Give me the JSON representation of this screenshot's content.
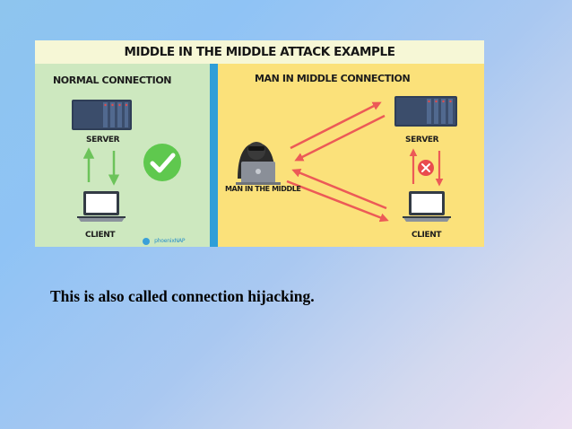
{
  "figure": {
    "title": "MIDDLE IN THE MIDDLE ATTACK EXAMPLE",
    "normal": {
      "heading": "NORMAL CONNECTION",
      "server_label": "SERVER",
      "client_label": "CLIENT",
      "brand": "phoenixNAP"
    },
    "mitm": {
      "heading": "MAN IN MIDDLE CONNECTION",
      "attacker_label": "MAN IN THE MIDDLE",
      "server_label": "SERVER",
      "client_label": "CLIENT"
    },
    "colors": {
      "left_panel": "#cde8bf",
      "right_panel": "#fbe17a",
      "divider": "#2f9ed8",
      "secure_arrow": "#6cc35a",
      "attack_arrow": "#ec5a57",
      "check_badge": "#5fc84e",
      "block_badge": "#e94b4e"
    },
    "icons": [
      "server-icon",
      "laptop-icon",
      "checkmark-icon",
      "hacker-icon",
      "close-icon"
    ]
  },
  "caption": "This is also called connection hijacking."
}
